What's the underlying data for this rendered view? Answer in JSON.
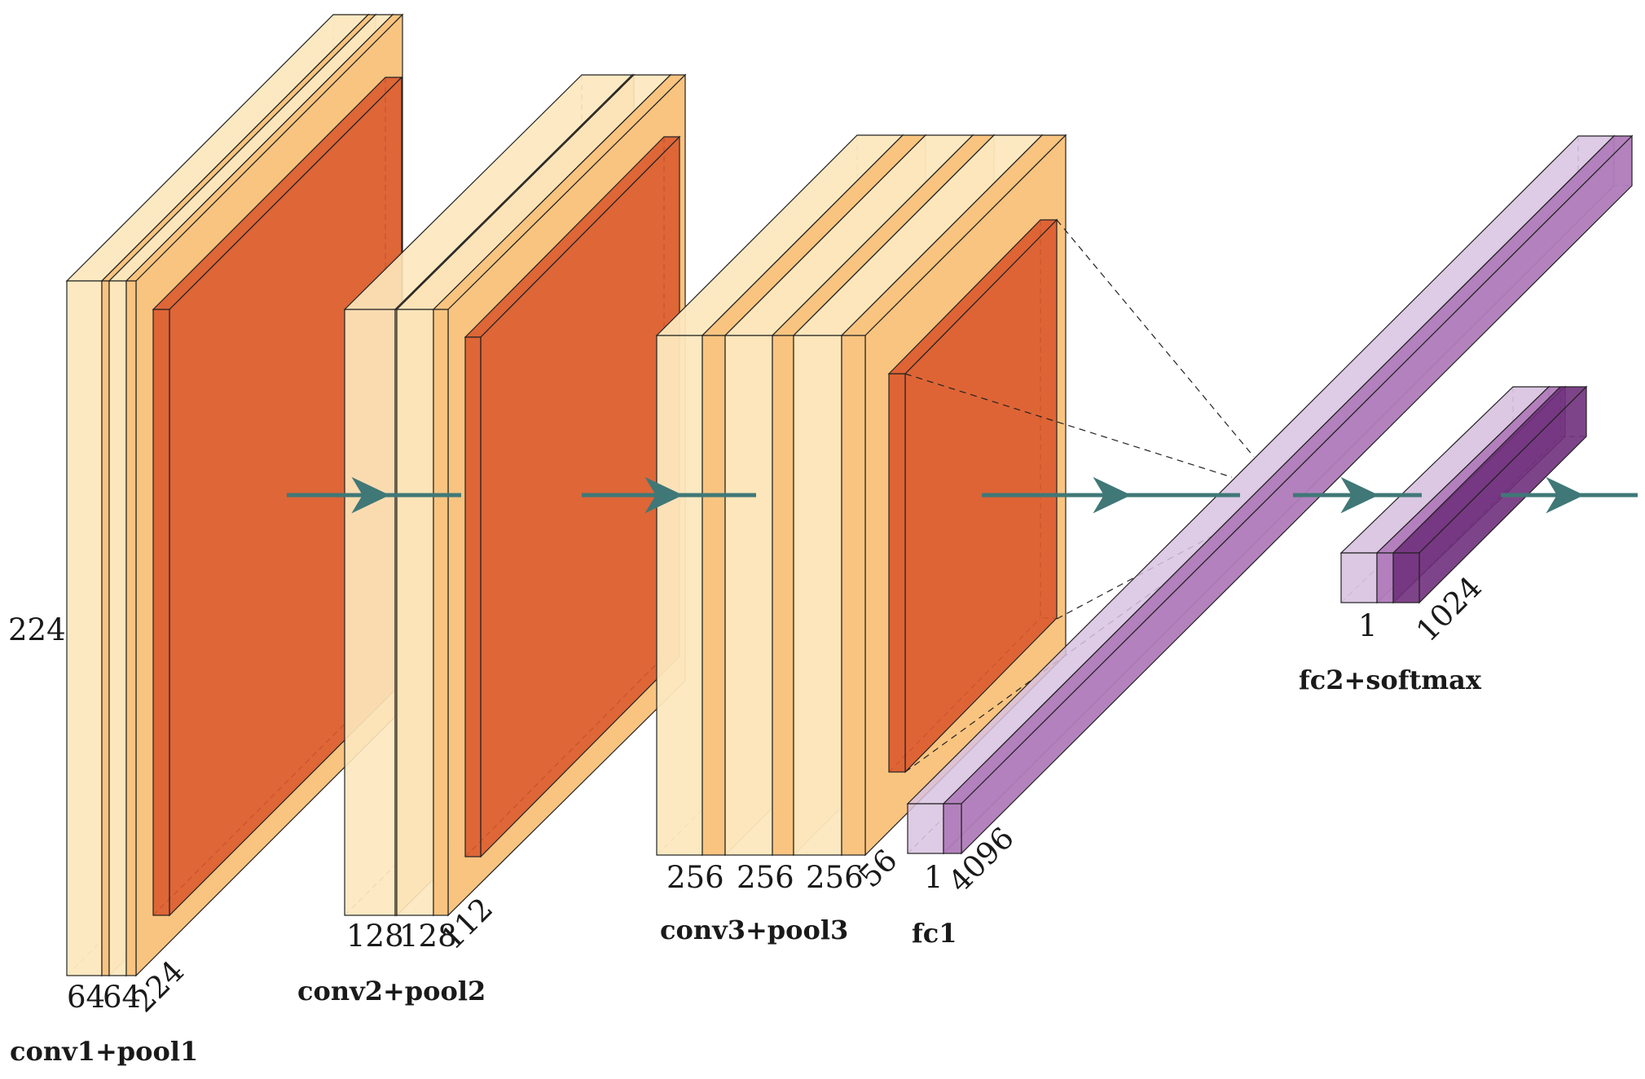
{
  "colors": {
    "conv_light": "#fde8be",
    "conv_mid": "#f9c480",
    "pool": "#d9562a",
    "fc_light": "#d8c2e0",
    "fc_mid": "#b07cba",
    "fc_dark": "#70307c",
    "arrow": "#3f7877"
  },
  "blocks": [
    {
      "caption": "conv1+pool1",
      "conv_channels": [
        "64",
        "64"
      ],
      "conv_size": "224",
      "depth_label": "224"
    },
    {
      "caption": "conv2+pool2",
      "conv_channels": [
        "128",
        "128"
      ],
      "conv_size": "112"
    },
    {
      "caption": "conv3+pool3",
      "conv_channels": [
        "256",
        "256",
        "256"
      ],
      "conv_size": "56"
    },
    {
      "caption": "fc1",
      "dims": [
        "1",
        "4096"
      ]
    },
    {
      "caption": "fc2+softmax",
      "dims": [
        "1",
        "1024"
      ]
    }
  ],
  "icons": [
    "arrow-icon"
  ]
}
